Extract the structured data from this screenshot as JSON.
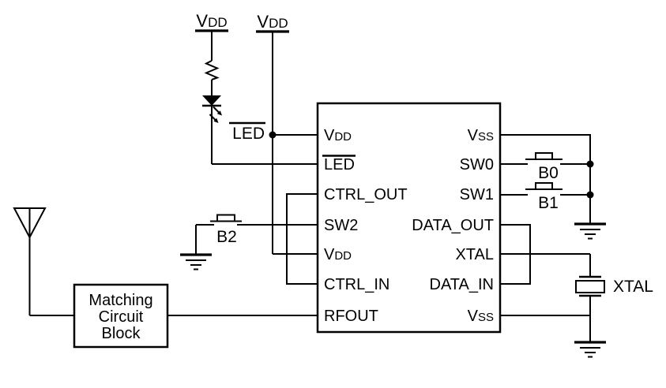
{
  "colors": {
    "line": "#000000",
    "background": "#ffffff",
    "text": "#000000"
  },
  "icons": {
    "antenna": "antenna-icon",
    "resistor": "resistor-icon",
    "led": "led-icon",
    "push_button": "push-button-icon",
    "crystal": "crystal-icon",
    "ground": "ground-icon",
    "junction": "junction-dot"
  },
  "supplies": {
    "vdd_left": {
      "main": "V",
      "sub": "DD"
    },
    "vdd_right": {
      "main": "V",
      "sub": "DD"
    }
  },
  "nets": {
    "led_label": "LED",
    "led_overline": true
  },
  "buttons": {
    "b0": "B0",
    "b1": "B1",
    "b2": "B2"
  },
  "crystal": {
    "label": "XTAL"
  },
  "matching_block": {
    "line1": "Matching",
    "line2": "Circuit",
    "line3": "Block"
  },
  "ic": {
    "left_pins": [
      {
        "main": "V",
        "sub": "DD"
      },
      {
        "main": "LED",
        "sub": "",
        "overline": true
      },
      {
        "main": "CTRL_OUT",
        "sub": ""
      },
      {
        "main": "SW2",
        "sub": ""
      },
      {
        "main": "V",
        "sub": "DD"
      },
      {
        "main": "CTRL_IN",
        "sub": ""
      },
      {
        "main": "RFOUT",
        "sub": ""
      }
    ],
    "right_pins": [
      {
        "main": "V",
        "sub": "SS"
      },
      {
        "main": "SW0",
        "sub": ""
      },
      {
        "main": "SW1",
        "sub": ""
      },
      {
        "main": "DATA_OUT",
        "sub": ""
      },
      {
        "main": "XTAL",
        "sub": ""
      },
      {
        "main": "DATA_IN",
        "sub": ""
      },
      {
        "main": "V",
        "sub": "SS"
      }
    ]
  }
}
